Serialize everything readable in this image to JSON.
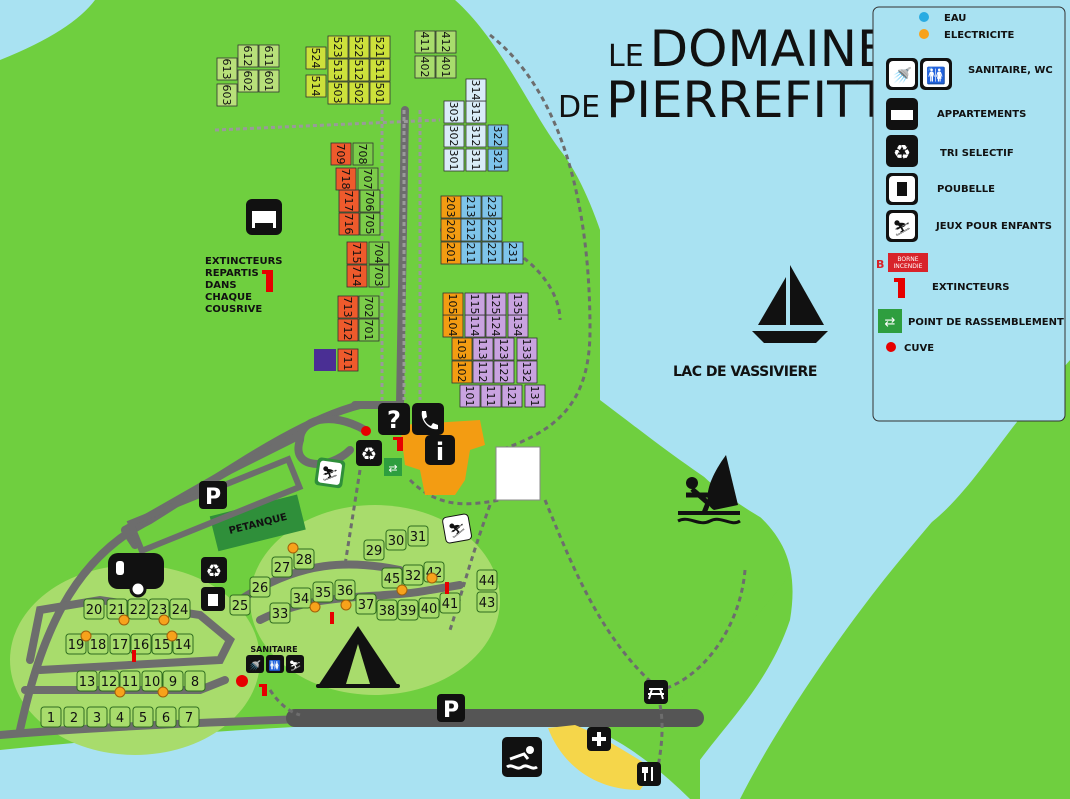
{
  "title": {
    "line1_small": "LE",
    "line1_big": "DOMAINE",
    "line2_small": "DE",
    "line2_big": "PIERREFITTE"
  },
  "lake": {
    "label": "LAC DE VASSIVIERE"
  },
  "legend": {
    "items": [
      {
        "icon": "blue-dot-icon",
        "label": "EAU",
        "color": "#29abe2"
      },
      {
        "icon": "orange-dot-icon",
        "label": "ELECTRICITE",
        "color": "#f7a21b"
      },
      {
        "icon": "shower-wc-icon",
        "label": "SANITAIRE, WC"
      },
      {
        "icon": "bed-icon",
        "label": "APPARTEMENTS"
      },
      {
        "icon": "recycle-icon",
        "label": "TRI SELECTIF"
      },
      {
        "icon": "trash-bin-icon",
        "label": "POUBELLE"
      },
      {
        "icon": "playground-slide-icon",
        "label": "JEUX POUR ENFANTS"
      },
      {
        "icon": "fire-extinguisher-icon",
        "label": "EXTINCTEURS",
        "badge_letter": "B",
        "badge_line1": "BORNE",
        "badge_line2": "INCENDIE"
      },
      {
        "icon": "assembly-point-icon",
        "label": "POINT DE RASSEMBLEMENT",
        "color": "#2e9e3f"
      },
      {
        "icon": "red-dot-icon",
        "label": "CUVE",
        "color": "#e60000"
      }
    ]
  },
  "extinguisher_note": {
    "lines": [
      "EXTINCTEURS",
      "REPARTIS",
      "DANS",
      "CHAQUE",
      "COUSRIVE"
    ]
  },
  "area_labels": {
    "petanque": "PETANQUE",
    "sanitaire": "SANITAIRE",
    "parking_p": "P",
    "info_question": "?",
    "info_i": "i"
  },
  "pitches": [
    "1",
    "2",
    "3",
    "4",
    "5",
    "6",
    "7",
    "8",
    "9",
    "10",
    "11",
    "12",
    "13",
    "14",
    "15",
    "16",
    "17",
    "18",
    "19",
    "20",
    "21",
    "22",
    "23",
    "24",
    "25",
    "26",
    "27",
    "28",
    "29",
    "30",
    "31",
    "32",
    "33",
    "34",
    "35",
    "36",
    "37",
    "38",
    "39",
    "40",
    "41",
    "42",
    "43",
    "44",
    "45"
  ],
  "chalets": [
    "101",
    "102",
    "103",
    "104",
    "105",
    "111",
    "112",
    "113",
    "114",
    "115",
    "121",
    "122",
    "123",
    "124",
    "125",
    "131",
    "132",
    "133",
    "134",
    "135",
    "201",
    "202",
    "203",
    "211",
    "212",
    "213",
    "221",
    "222",
    "223",
    "231",
    "301",
    "302",
    "303",
    "311",
    "312",
    "313",
    "314",
    "321",
    "322",
    "401",
    "402",
    "411",
    "412",
    "501",
    "502",
    "503",
    "511",
    "512",
    "513",
    "514",
    "521",
    "522",
    "523",
    "524",
    "601",
    "602",
    "603",
    "611",
    "612",
    "613",
    "701",
    "702",
    "703",
    "704",
    "705",
    "706",
    "707",
    "708",
    "709",
    "711",
    "712",
    "713",
    "714",
    "715",
    "716",
    "717",
    "718"
  ],
  "colors": {
    "lake": "#a9e2f2",
    "grass": "#6fcf3f",
    "grass_light": "#a8dc6c",
    "road": "#6d6d6d",
    "orange": "#f39c12",
    "red": "#ee5a2c",
    "purple": "#c9a3e0",
    "blue": "#7ec4ea",
    "green": "#7ccd4a"
  }
}
